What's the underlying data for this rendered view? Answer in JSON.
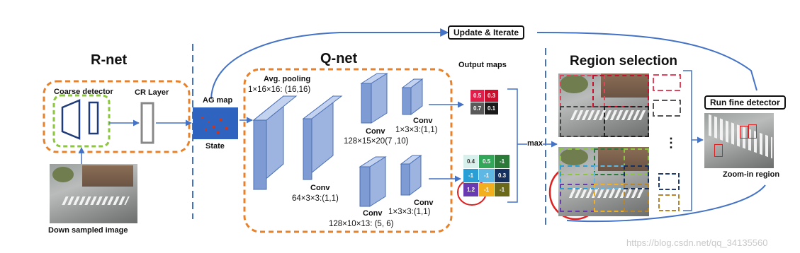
{
  "sections": {
    "rnet": "R-net",
    "qnet": "Q-net",
    "region_selection": "Region selection"
  },
  "rnet": {
    "coarse_detector": "Coarse detector",
    "cr_layer": "CR Layer",
    "down_sampled_image": "Down sampled image"
  },
  "state": {
    "ag_map": "AG map",
    "label": "State"
  },
  "qnet": {
    "avg_pooling": "Avg. pooling",
    "avg_pooling_shape": "1×16×16: (16,16)",
    "conv1_label": "Conv",
    "conv1_shape": "64×3×3:(1,1)",
    "conv2a_label": "Conv",
    "conv2a_shape": "128×15×20(7 ,10)",
    "conv3a_label": "Conv",
    "conv3a_shape": "1×3×3:(1,1)",
    "conv2b_label": "Conv",
    "conv2b_shape": "128×10×13: (5, 6)",
    "conv3b_label": "Conv",
    "conv3b_shape": "1×3×3:(1,1)"
  },
  "output": {
    "title": "Output maps",
    "max_label": "max",
    "map_top": [
      "0.5",
      "0.3",
      "0.7",
      "0.1"
    ],
    "map_bottom": [
      "0.4",
      "0.5",
      "-1",
      "-1",
      "-1",
      "0.3",
      "1.2",
      "-1",
      "-1"
    ]
  },
  "update_iterate": "Update & Iterate",
  "run_fine_detector": "Run fine detector",
  "zoom_in_region": "Zoom-in region",
  "ellipsis": "⋮",
  "watermark": "https://blog.csdn.net/qq_34135560",
  "colors": {
    "orange_dash": "#e8822a",
    "green_dash": "#8cc63f",
    "blue_dash": "#4472c4",
    "block_fill": "#9db3e0",
    "block_stroke": "#4a6fb5",
    "arrow": "#4472c4",
    "ag_map": "#2f63c0",
    "red_circle": "#e02020"
  }
}
